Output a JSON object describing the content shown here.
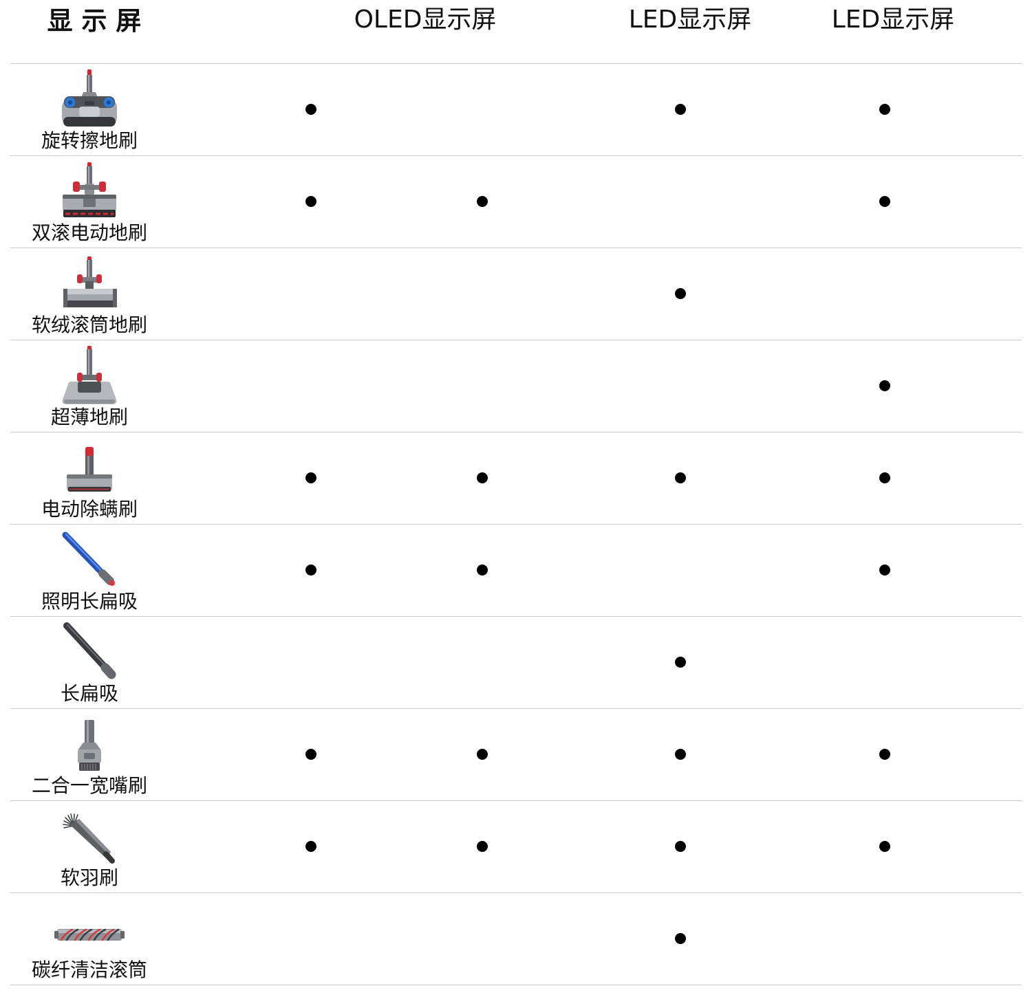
{
  "header": {
    "row_header": "显 示 屏",
    "column_headers": [
      "OLED显示屏",
      "LED显示屏",
      "LED显示屏"
    ]
  },
  "rows": [
    {
      "label": "旋转擦地刷",
      "icon": "rotating-mop-head-icon",
      "marks": [
        true,
        false,
        true,
        true
      ]
    },
    {
      "label": "双滚电动地刷",
      "icon": "dual-roller-motorized-head-icon",
      "marks": [
        true,
        true,
        false,
        true
      ]
    },
    {
      "label": "软绒滚筒地刷",
      "icon": "soft-roller-head-icon",
      "marks": [
        false,
        false,
        true,
        false
      ]
    },
    {
      "label": "超薄地刷",
      "icon": "slim-floor-head-icon",
      "marks": [
        false,
        false,
        false,
        true
      ]
    },
    {
      "label": "电动除螨刷",
      "icon": "mini-motorized-tool-icon",
      "marks": [
        true,
        true,
        true,
        true
      ]
    },
    {
      "label": "照明长扁吸",
      "icon": "light-pipe-crevice-tool-icon",
      "marks": [
        true,
        true,
        false,
        true
      ]
    },
    {
      "label": "长扁吸",
      "icon": "crevice-tool-icon",
      "marks": [
        false,
        false,
        true,
        false
      ]
    },
    {
      "label": "二合一宽嘴刷",
      "icon": "combination-tool-icon",
      "marks": [
        true,
        true,
        true,
        true
      ]
    },
    {
      "label": "软羽刷",
      "icon": "soft-dusting-brush-icon",
      "marks": [
        true,
        true,
        true,
        true
      ]
    },
    {
      "label": "碳纤清洁滚筒",
      "icon": "carbon-fiber-roller-icon",
      "marks": [
        false,
        false,
        true,
        false
      ]
    }
  ],
  "colors": {
    "mark": "#000000",
    "rule": "#c8c8c8",
    "text": "#111111"
  }
}
